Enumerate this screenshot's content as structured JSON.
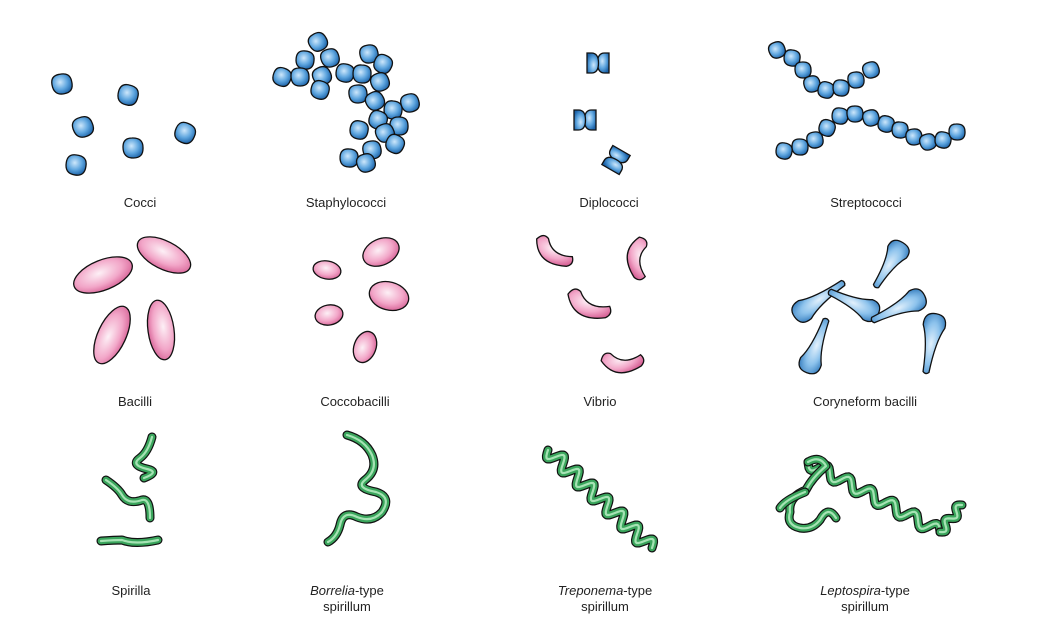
{
  "colors": {
    "cocci_dark": "#1f6fb5",
    "cocci_light": "#a9d3f2",
    "bacilli_dark": "#d0578d",
    "bacilli_light": "#fbe4ef",
    "spiral_dark": "#3aa55c",
    "spiral_light": "#a6e3b4",
    "outline": "#111111"
  },
  "rows": [
    {
      "row": "cocci-shapes",
      "items": [
        {
          "id": "cocci",
          "label": "Cocci",
          "shape": "cocci-icon"
        },
        {
          "id": "staphylococci",
          "label": "Staphylococci",
          "shape": "staphylococci-icon"
        },
        {
          "id": "diplococci",
          "label": "Diplococci",
          "shape": "diplococci-icon"
        },
        {
          "id": "streptococci",
          "label": "Streptococci",
          "shape": "streptococci-icon"
        }
      ]
    },
    {
      "row": "rod-shapes",
      "items": [
        {
          "id": "bacilli",
          "label": "Bacilli",
          "shape": "bacilli-icon"
        },
        {
          "id": "coccobacilli",
          "label": "Coccobacilli",
          "shape": "coccobacilli-icon"
        },
        {
          "id": "vibrio",
          "label": "Vibrio",
          "shape": "vibrio-icon"
        },
        {
          "id": "coryneform",
          "label": "Coryneform bacilli",
          "shape": "coryneform-icon"
        }
      ]
    },
    {
      "row": "spiral-shapes",
      "items": [
        {
          "id": "spirilla",
          "label": "Spirilla",
          "shape": "spirilla-icon"
        },
        {
          "id": "borrelia",
          "label_italic": "Borrelia",
          "label_rest": "-type",
          "label_line2": "spirillum",
          "shape": "borrelia-icon"
        },
        {
          "id": "treponema",
          "label_italic": "Treponema",
          "label_rest": "-type",
          "label_line2": "spirillum",
          "shape": "treponema-icon"
        },
        {
          "id": "leptospira",
          "label_italic": "Leptospira",
          "label_rest": "-type",
          "label_line2": "spirillum",
          "shape": "leptospira-icon"
        }
      ]
    }
  ]
}
